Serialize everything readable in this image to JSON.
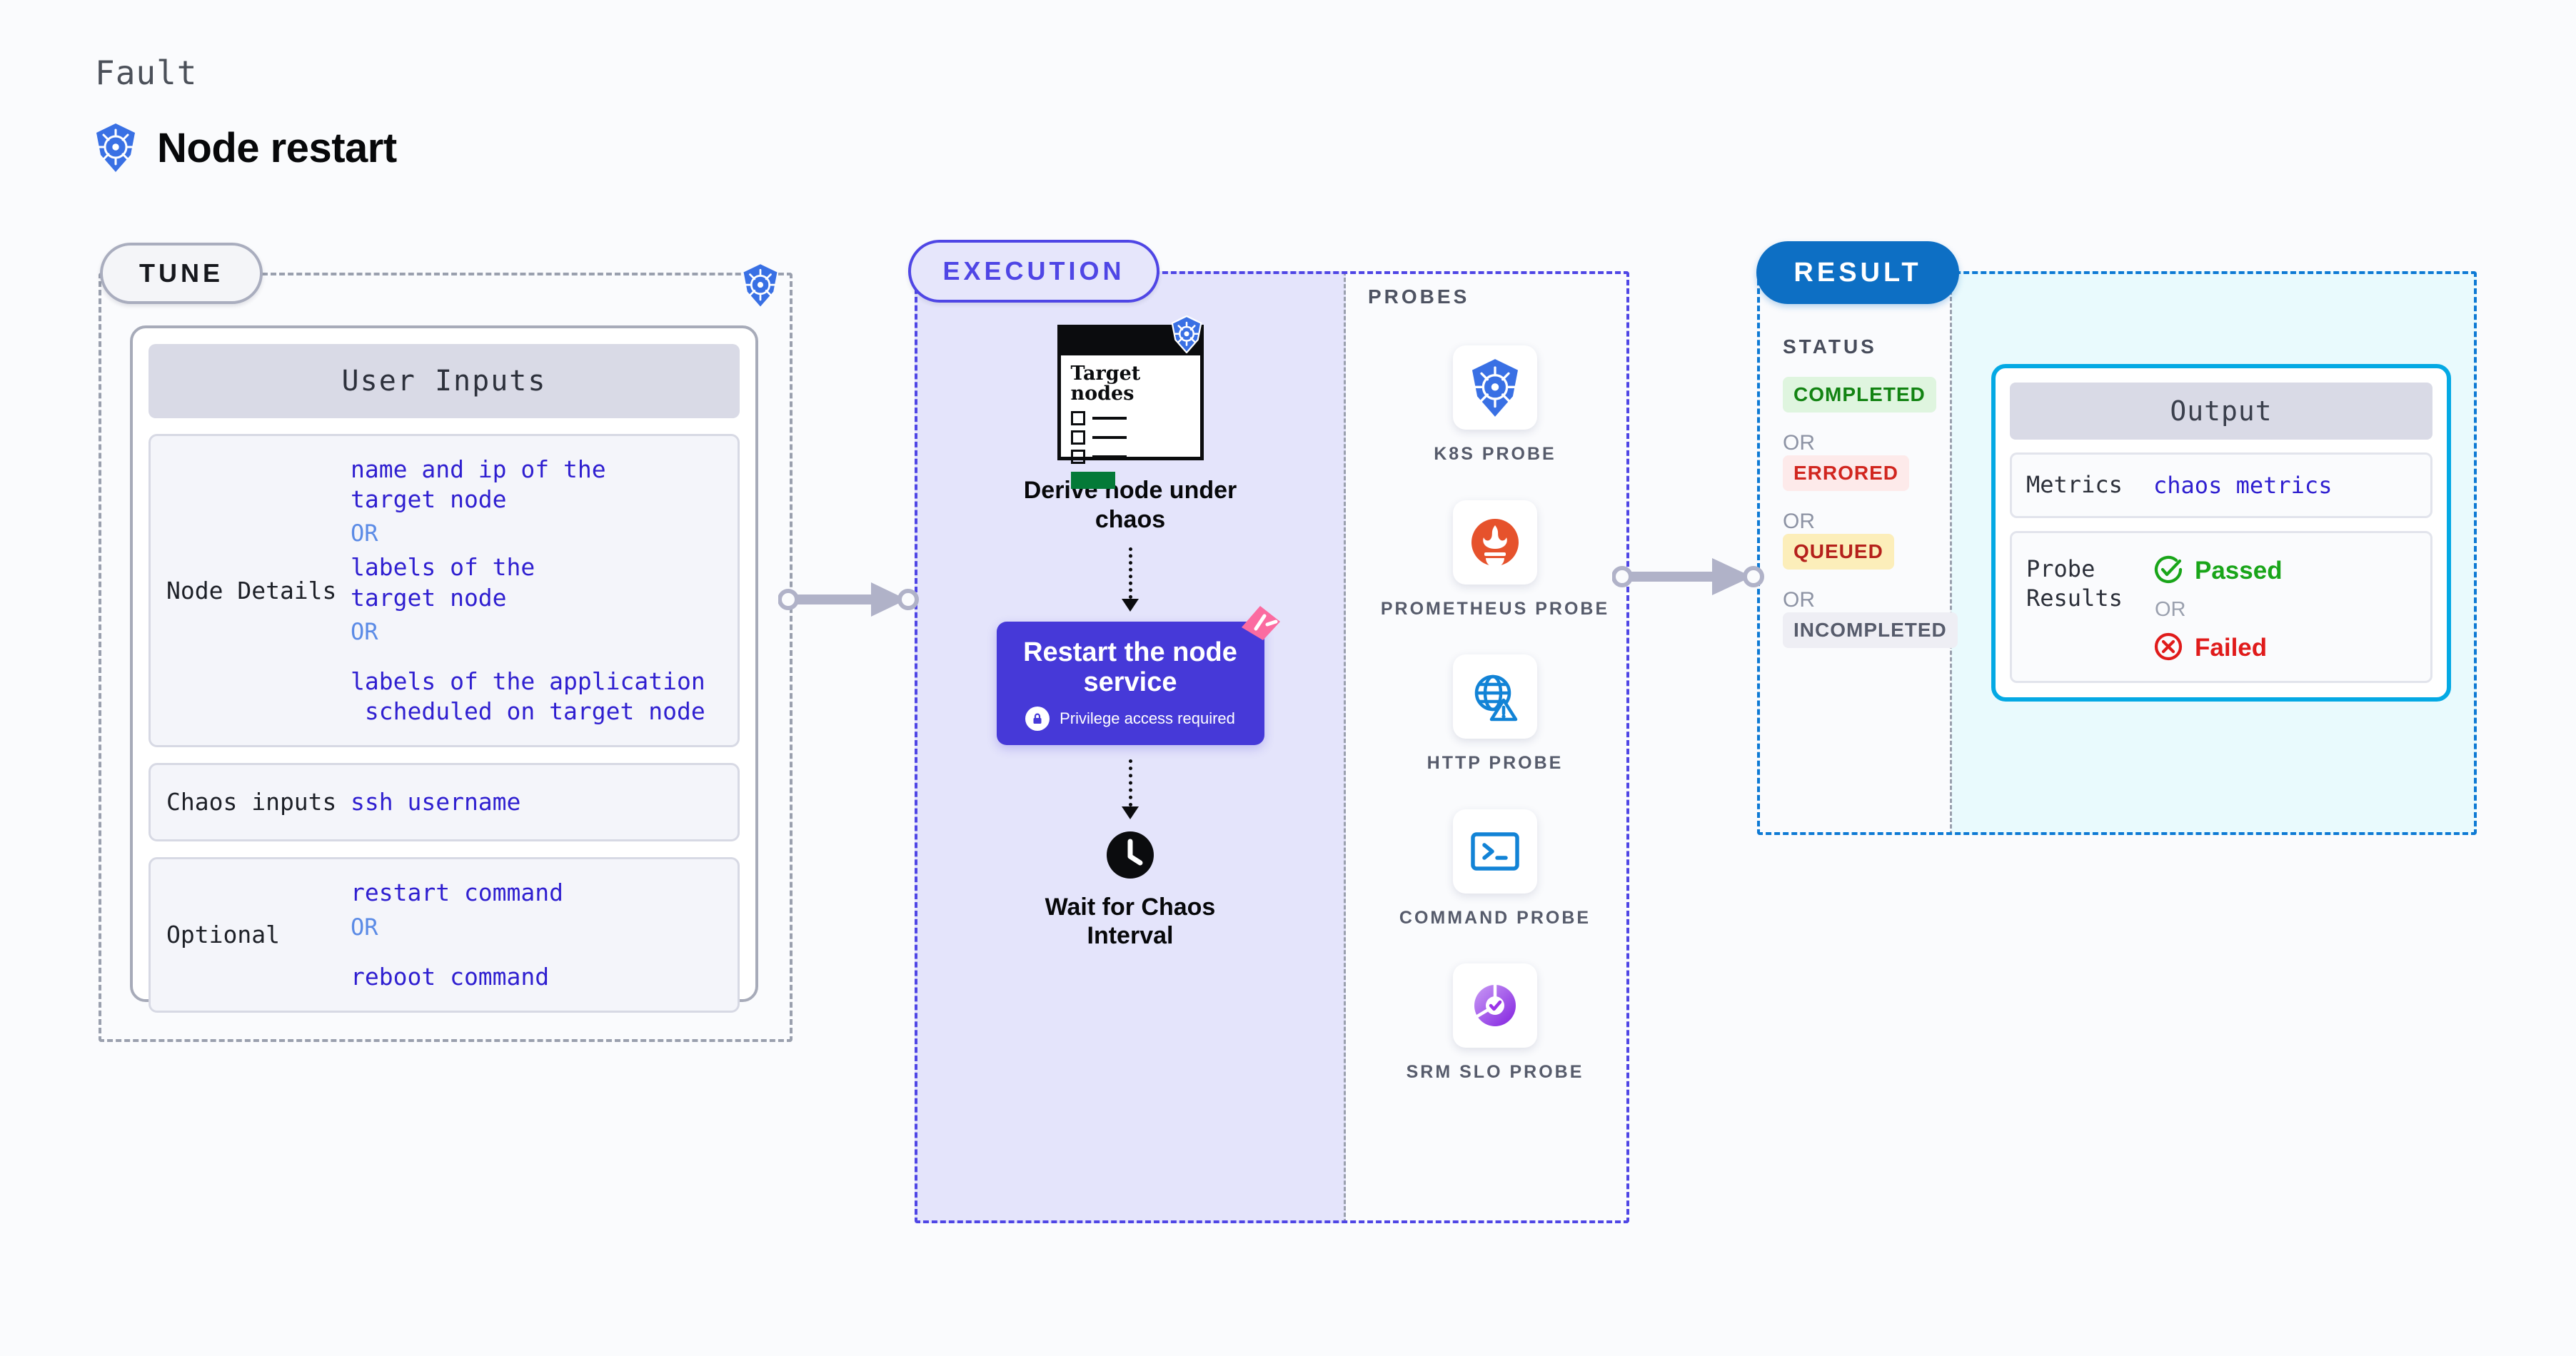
{
  "header": {
    "eyebrow": "Fault",
    "title": "Node restart",
    "icon": "kubernetes-icon"
  },
  "colors": {
    "accent_indigo": "#4f46e5",
    "value_blue": "#2f1fd0",
    "or_blue": "#5b8be6",
    "result_blue": "#0d6fc4",
    "output_cyan": "#04a9e4",
    "restart_box": "#4639d8",
    "k8s_blue": "#3970e4",
    "success_green": "#19a519",
    "error_red": "#e01b1b"
  },
  "tune": {
    "badge": "TUNE",
    "corner_icon": "kubernetes-icon",
    "card_title": "User Inputs",
    "rows": [
      {
        "label": "Node Details",
        "values": [
          "name and ip of the\ntarget node"
        ],
        "or": "OR",
        "values2": [
          "labels of the\ntarget node"
        ],
        "or2": "OR",
        "values3": [
          "labels of the application\n scheduled on target node"
        ]
      },
      {
        "label": "Chaos inputs",
        "values": [
          "ssh username"
        ]
      },
      {
        "label": "Optional",
        "values": [
          "restart command"
        ],
        "or": "OR",
        "values2": [
          "reboot command"
        ]
      }
    ]
  },
  "execution": {
    "badge": "EXECUTION",
    "card": {
      "icon": "kubernetes-icon",
      "title": "Target\nnodes",
      "checkbox_rows": 3,
      "has_green_bar": true
    },
    "steps": [
      {
        "name": "derive-node",
        "caption": "Derive node under\nchaos"
      },
      {
        "name": "restart-node",
        "caption": "Restart the node\nservice",
        "note": "Privilege access required",
        "note_icon": "lock-icon",
        "ribbon": "flag-ribbon"
      },
      {
        "name": "wait-interval",
        "caption": "Wait for Chaos\nInterval",
        "icon": "clock-icon"
      }
    ]
  },
  "probes": {
    "title": "PROBES",
    "items": [
      {
        "icon": "kubernetes-icon",
        "label": "K8S PROBE"
      },
      {
        "icon": "prometheus-icon",
        "label": "PROMETHEUS\nPROBE"
      },
      {
        "icon": "globe-warning-icon",
        "label": "HTTP PROBE"
      },
      {
        "icon": "terminal-icon",
        "label": "COMMAND\nPROBE"
      },
      {
        "icon": "srm-slo-icon",
        "label": "SRM SLO\nPROBE"
      }
    ]
  },
  "result": {
    "badge": "RESULT",
    "status_title": "STATUS",
    "statuses": [
      {
        "label": "COMPLETED",
        "variant": "completed"
      },
      {
        "label": "ERRORED",
        "variant": "errored"
      },
      {
        "label": "QUEUED",
        "variant": "queued"
      },
      {
        "label": "INCOMPLETED",
        "variant": "incompleted"
      }
    ],
    "or": "OR",
    "output": {
      "title": "Output",
      "metrics_label": "Metrics",
      "metrics_value": "chaos metrics",
      "probe_label": "Probe\nResults",
      "passed": "Passed",
      "failed": "Failed",
      "or": "OR"
    }
  }
}
